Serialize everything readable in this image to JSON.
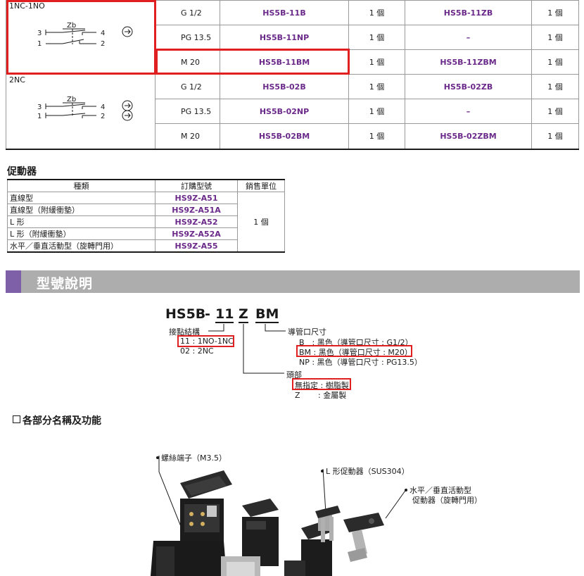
{
  "switch_table": {
    "groups": [
      {
        "contact": "1NC-1NO",
        "diagram": {
          "label": "Zb",
          "terminals_top": [
            "3",
            "4"
          ],
          "terminals_bottom": [
            "1",
            "2"
          ]
        },
        "rows": [
          {
            "conduit": "G 1/2",
            "model": "HS5B-11B",
            "qty": "1 個",
            "model_z": "HS5B-11ZB",
            "qty_z": "1 個"
          },
          {
            "conduit": "PG 13.5",
            "model": "HS5B-11NP",
            "qty": "1 個",
            "model_z": "–",
            "qty_z": "1 個"
          },
          {
            "conduit": "M 20",
            "model": "HS5B-11BM",
            "qty": "1 個",
            "model_z": "HS5B-11ZBM",
            "qty_z": "1 個"
          }
        ]
      },
      {
        "contact": "2NC",
        "diagram": {
          "label": "Zb",
          "terminals_top": [
            "3",
            "4"
          ],
          "terminals_bottom": [
            "1",
            "2"
          ]
        },
        "rows": [
          {
            "conduit": "G 1/2",
            "model": "HS5B-02B",
            "qty": "1 個",
            "model_z": "HS5B-02ZB",
            "qty_z": "1 個"
          },
          {
            "conduit": "PG 13.5",
            "model": "HS5B-02NP",
            "qty": "1 個",
            "model_z": "–",
            "qty_z": "1 個"
          },
          {
            "conduit": "M 20",
            "model": "HS5B-02BM",
            "qty": "1 個",
            "model_z": "HS5B-02ZBM",
            "qty_z": "1 個"
          }
        ]
      }
    ]
  },
  "actuators": {
    "heading": "促動器",
    "headers": [
      "種類",
      "訂購型號",
      "銷售單位"
    ],
    "unit": "1 個",
    "rows": [
      {
        "type": "直線型",
        "model": "HS9Z-A51"
      },
      {
        "type": "直線型（附緩衝墊）",
        "model": "HS9Z-A51A"
      },
      {
        "type": "L 形",
        "model": "HS9Z-A52"
      },
      {
        "type": "L 形（附緩衝墊）",
        "model": "HS9Z-A52A"
      },
      {
        "type": "水平／垂直活動型（旋轉門用）",
        "model": "HS9Z-A55"
      }
    ]
  },
  "banner": {
    "title": "型號說明"
  },
  "model_code": {
    "parts": [
      "HS5B",
      "-",
      "11",
      "Z",
      "BM"
    ],
    "contact": {
      "label": "接點結構",
      "options": [
        "11 : 1NO-1NC",
        "02 : 2NC"
      ]
    },
    "head": {
      "label": "頭部",
      "options": [
        "無指定 : 樹脂製",
        "Z　　 : 金屬製"
      ]
    },
    "conduit": {
      "label": "導管口尺寸",
      "options": [
        "B　: 黑色（導管口尺寸 : G1/2）",
        "BM : 黑色（導管口尺寸 : M20）",
        "NP : 黑色（導管口尺寸 : PG13.5）"
      ]
    }
  },
  "parts_section": {
    "heading": "各部分名稱及功能",
    "callouts": {
      "terminal": "螺絲端子（M3.5）",
      "l_actuator": "L 形促動器（SUS304）",
      "rotary_line1": "水平／垂直活動型",
      "rotary_line2": "促動器（旋轉門用）"
    }
  },
  "colors": {
    "model_purple": "#6b2a8a",
    "highlight_red": "#e02020",
    "banner_gray": "#adadad",
    "banner_accent": "#7d60a8"
  }
}
